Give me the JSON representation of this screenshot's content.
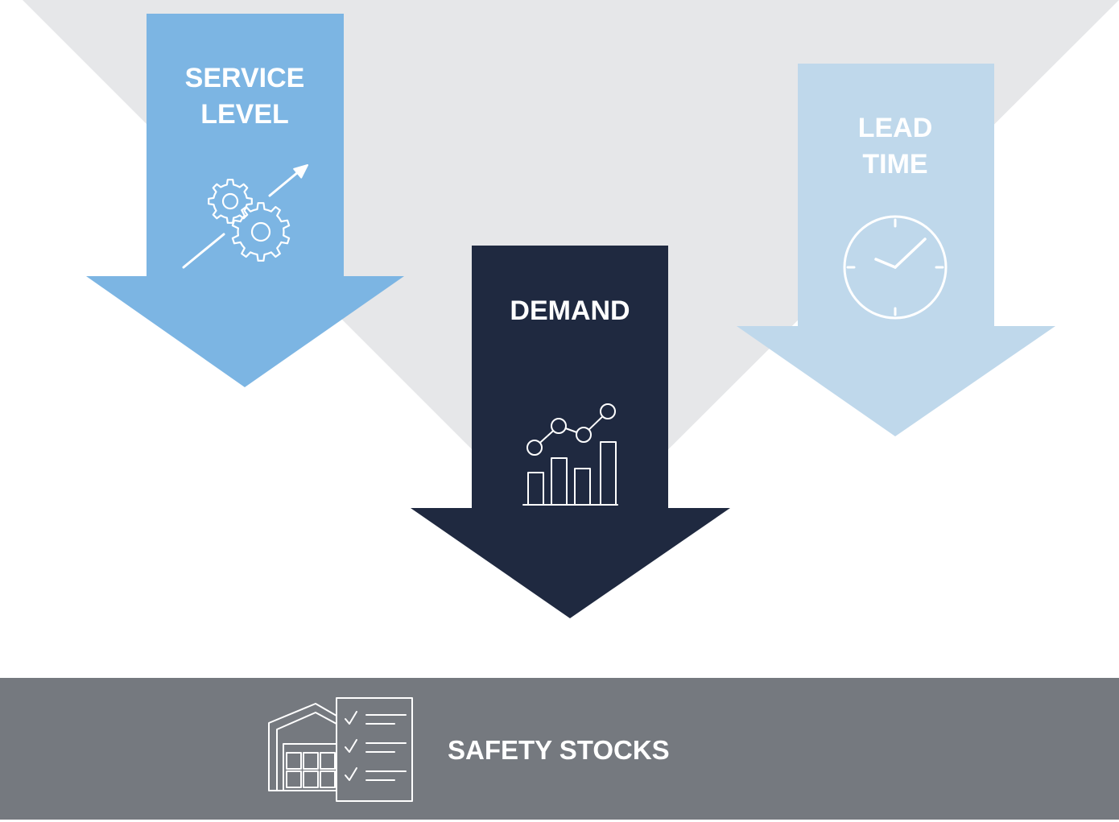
{
  "background": {
    "page_color": "#ffffff",
    "funnel_color": "#e6e7e9"
  },
  "arrows": {
    "service_level": {
      "label_lines": [
        "SERVICE",
        "LEVEL"
      ],
      "color": "#7cb5e3",
      "icon": "gears-growth-icon"
    },
    "demand": {
      "label_lines": [
        "DEMAND"
      ],
      "color": "#1f2940",
      "icon": "bar-line-chart-icon"
    },
    "lead_time": {
      "label_lines": [
        "LEAD",
        "TIME"
      ],
      "color": "#bfd8eb",
      "icon": "clock-icon"
    }
  },
  "result_bar": {
    "label": "SAFETY STOCKS",
    "color": "#75797f",
    "icon": "warehouse-checklist-icon"
  },
  "colors": {
    "text": "#ffffff",
    "icon_stroke": "#ffffff"
  }
}
